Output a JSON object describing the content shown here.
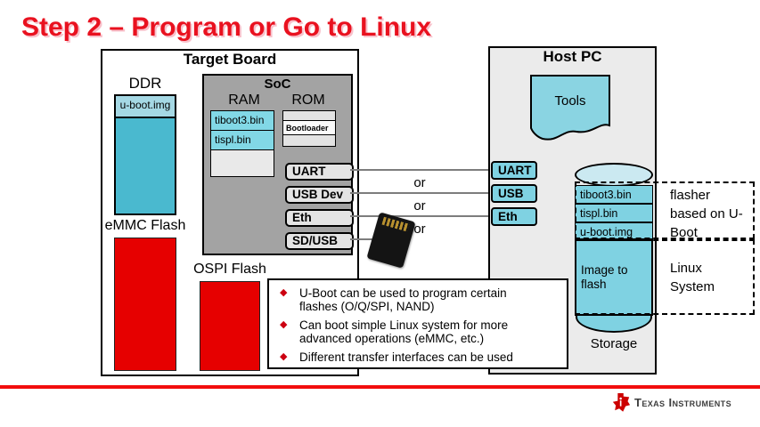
{
  "title": "Step 2 – Program or Go to Linux",
  "target_board": {
    "title": "Target Board",
    "ddr": {
      "label": "DDR",
      "file": "u-boot.img"
    },
    "emmc_label": "eMMC Flash",
    "ospi_label": "OSPI Flash",
    "soc": {
      "title": "SoC",
      "ram": {
        "label": "RAM",
        "files": [
          "tiboot3.bin",
          "tispl.bin"
        ]
      },
      "rom": {
        "label": "ROM",
        "item": "Bootloader"
      },
      "ports": [
        "UART",
        "USB Dev",
        "Eth",
        "SD/USB"
      ]
    }
  },
  "connections": {
    "or_label": "or",
    "sd_icon": "micro-sd-card"
  },
  "host_pc": {
    "title": "Host PC",
    "tools_label": "Tools",
    "ports": [
      "UART",
      "USB",
      "Eth"
    ],
    "storage": {
      "files": [
        "tiboot3.bin",
        "tispl.bin",
        "u-boot.img"
      ],
      "image_label": "Image to flash",
      "label": "Storage"
    }
  },
  "annotations": {
    "flasher": "flasher based on U-Boot",
    "linux": "Linux System"
  },
  "notes": {
    "bullet_glyph": "◆",
    "lines": [
      "U-Boot can be used to program certain",
      "flashes (O/Q/SPI, NAND)",
      "Can boot simple Linux system for more",
      "advanced operations (eMMC, etc.)",
      "Different transfer interfaces can be used"
    ]
  },
  "footer": {
    "brand": "Texas Instruments"
  },
  "colors": {
    "title_red": "#e9111f",
    "flash_red": "#e60000",
    "ddr_cyan": "#4ab9cf",
    "item_cyan": "#7fd2e2",
    "pale_cyan": "#a5d8e4",
    "cylinder_top_cyan": "#cbe9f1",
    "soc_gray": "#a3a3a3",
    "host_gray": "#ebebeb",
    "port_gray": "#e4e4e4",
    "wire_gray": "#7d7d7d",
    "rule_red": "#f20d0d"
  }
}
